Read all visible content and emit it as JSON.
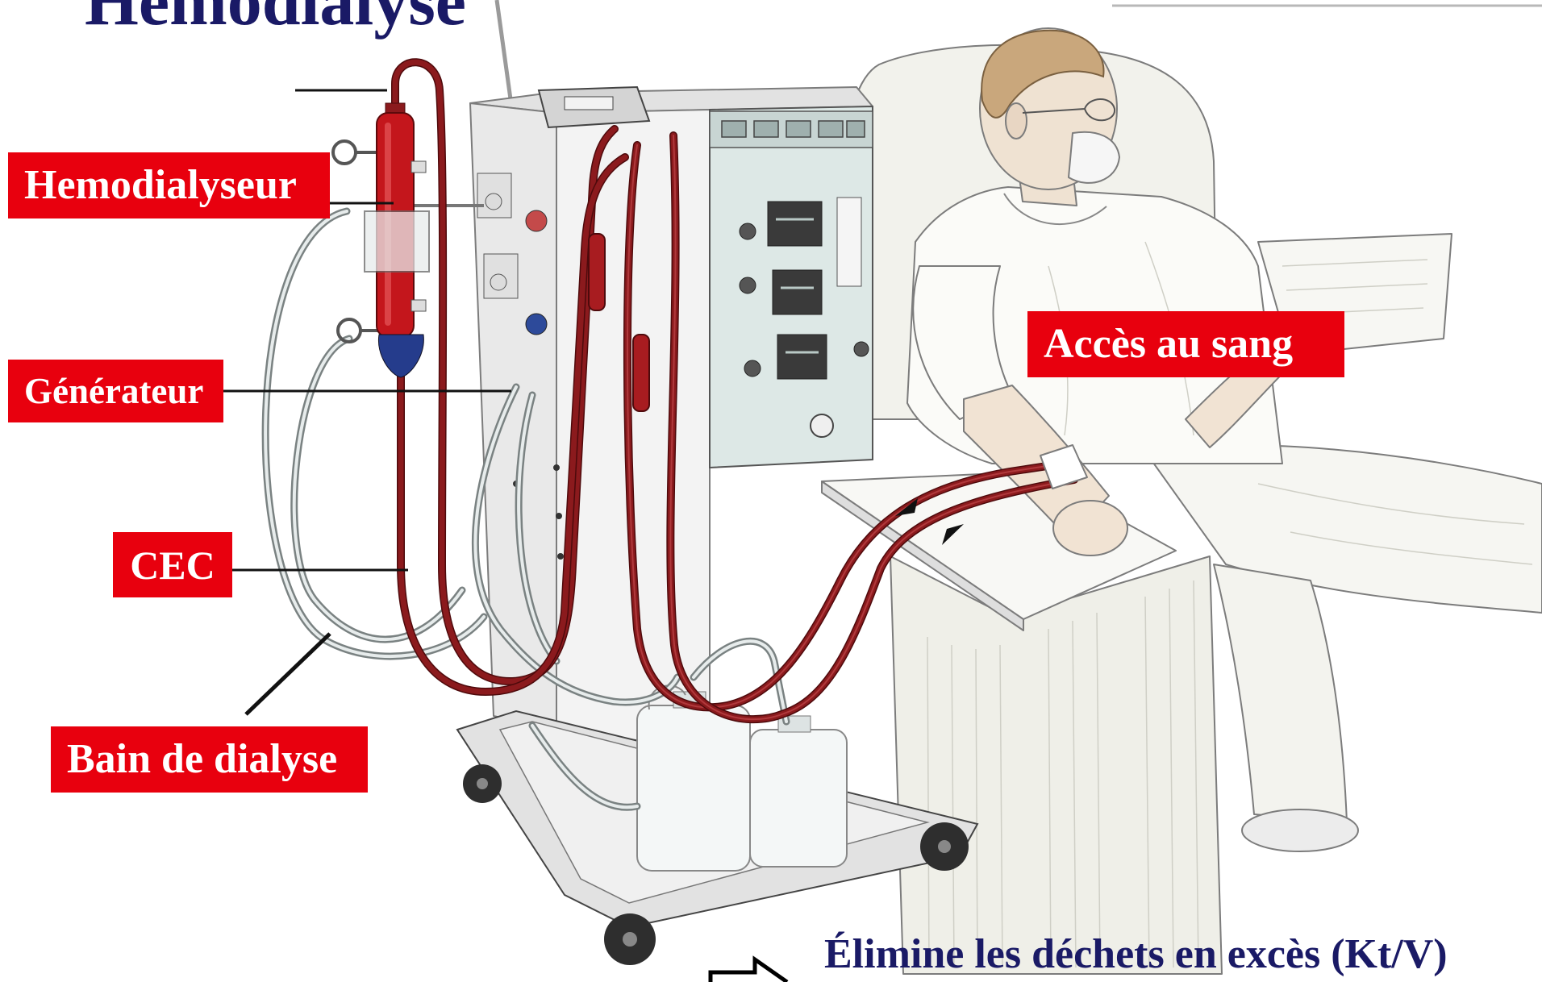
{
  "title": "Hemodialyse",
  "labels": {
    "hemodialyseur": "Hemodialyseur",
    "generateur": "Générateur",
    "cec": "CEC",
    "bain_de_dialyse": "Bain de dialyse",
    "acces_au_sang": "Accès au sang"
  },
  "caption": "Élimine les déchets en excès (Kt/V)",
  "icons": {
    "caption_arrow": "right-arrow-icon"
  },
  "colors": {
    "label_background": "#e8000e",
    "label_text": "#ffffff",
    "heading_text": "#1a1a66",
    "blood_line": "#8b1a1d",
    "dialyzer": "#c4161c",
    "dialyzer_cap": "#253c8c"
  }
}
